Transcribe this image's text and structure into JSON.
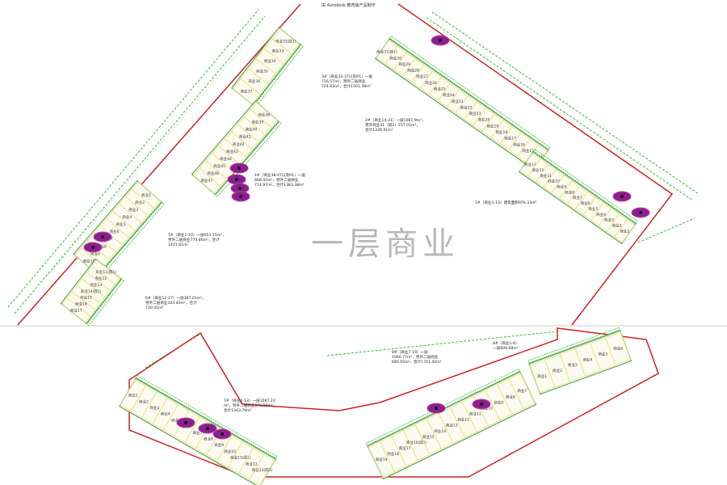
{
  "header": {
    "title": "由 Autodesk 教育版产品制作"
  },
  "watermark": "一层商业",
  "colors": {
    "boundary": "#cc2222",
    "tree_line": "#33bb33",
    "unit_outline": "#e8e080",
    "wall": "#5aa55a",
    "marker": "#8a1f8f",
    "divider": "#cccccc"
  },
  "annotations": [
    {
      "id": "3#",
      "lines": [
        "3#（商业32-37以及R1）一层",
        "716.57m²，另外二层商业",
        "724.83m²，合计1501.38m²"
      ]
    },
    {
      "id": "2#",
      "lines": [
        "2#（商业14-31）一层1061.9m²，",
        "另外商业31（跃2）257.01m²，",
        "合计1336.91m²"
      ]
    },
    {
      "id": "1#",
      "lines": [
        "1#（商业1-13）建筑面积976.33m²"
      ]
    },
    {
      "id": "4#",
      "lines": [
        "4#（商业38-47以及R1）一层",
        "668.41m²，另外二层商业",
        "714.97m²，合计1383.38m²"
      ]
    },
    {
      "id": "5#",
      "lines": [
        "5#（商业1-10）一层651.15m²，",
        "另外二层商业770.66m²，合计",
        "1421.81m²"
      ]
    },
    {
      "id": "6#",
      "lines": [
        "6#（商业11-17）一层387.01m²，",
        "另外二层商业343.40m²，合计",
        "730.41m²"
      ]
    },
    {
      "id": "8#a",
      "lines": [
        "8#（商业1-6）",
        "一层609.68m²"
      ]
    },
    {
      "id": "8#b",
      "lines": [
        "8#（商业7-19）一层",
        "1060.77m²，另外二层商业",
        "680.65m²，合计1741.42m²"
      ]
    },
    {
      "id": "7#",
      "lines": [
        "7#（商业1-13）一层1067.23",
        "m²，另外二层商业276.56m²，",
        "合计1343.79m²"
      ]
    }
  ],
  "buildings": [
    {
      "id": "3#",
      "units": [
        "商业32(跃1)",
        "商业33",
        "商业34",
        "商业35",
        "商业36",
        "商业37"
      ]
    },
    {
      "id": "4#",
      "units": [
        "商业38",
        "商业39",
        "商业40",
        "商业41",
        "商业42",
        "商业43",
        "商业44",
        "商业45",
        "商业46",
        "商业47"
      ]
    },
    {
      "id": "5#",
      "units": [
        "商业1",
        "商业2",
        "商业3",
        "商业4",
        "商业5",
        "商业6",
        "商业7",
        "商业8",
        "商业9",
        "商业10"
      ]
    },
    {
      "id": "6#",
      "units": [
        "商业11(跃1)",
        "商业12",
        "商业13",
        "商业14(跃1)",
        "商业15",
        "商业16",
        "商业17"
      ]
    },
    {
      "id": "2#",
      "units": [
        "商业31(跃1)",
        "商业30",
        "商业29",
        "商业28",
        "商业27",
        "商业26",
        "商业25",
        "商业24",
        "商业23",
        "商业22",
        "商业21",
        "商业20",
        "商业19",
        "商业18",
        "商业17",
        "商业16",
        "商业15",
        "商业14"
      ]
    },
    {
      "id": "1#",
      "units": [
        "商业13",
        "商业12",
        "商业11",
        "商业10",
        "商业9",
        "商业8",
        "商业7",
        "商业6",
        "商业5",
        "商业4",
        "商业3",
        "商业2",
        "商业1"
      ]
    },
    {
      "id": "7#",
      "units": [
        "商业1",
        "商业2",
        "商业3",
        "商业4",
        "商业5",
        "商业6",
        "商业7",
        "商业8",
        "商业9",
        "商业10",
        "商业11(跃1)",
        "商业12",
        "商业13(跃1)"
      ]
    },
    {
      "id": "8#b",
      "units": [
        "商业19",
        "商业18",
        "商业17",
        "商业16(跃1)",
        "商业15",
        "商业14",
        "商业13",
        "商业12",
        "商业11",
        "商业10",
        "商业9",
        "商业8",
        "商业7"
      ]
    },
    {
      "id": "8#a",
      "units": [
        "商业1",
        "商业2",
        "商业3",
        "商业4",
        "商业5",
        "商业6"
      ]
    }
  ]
}
